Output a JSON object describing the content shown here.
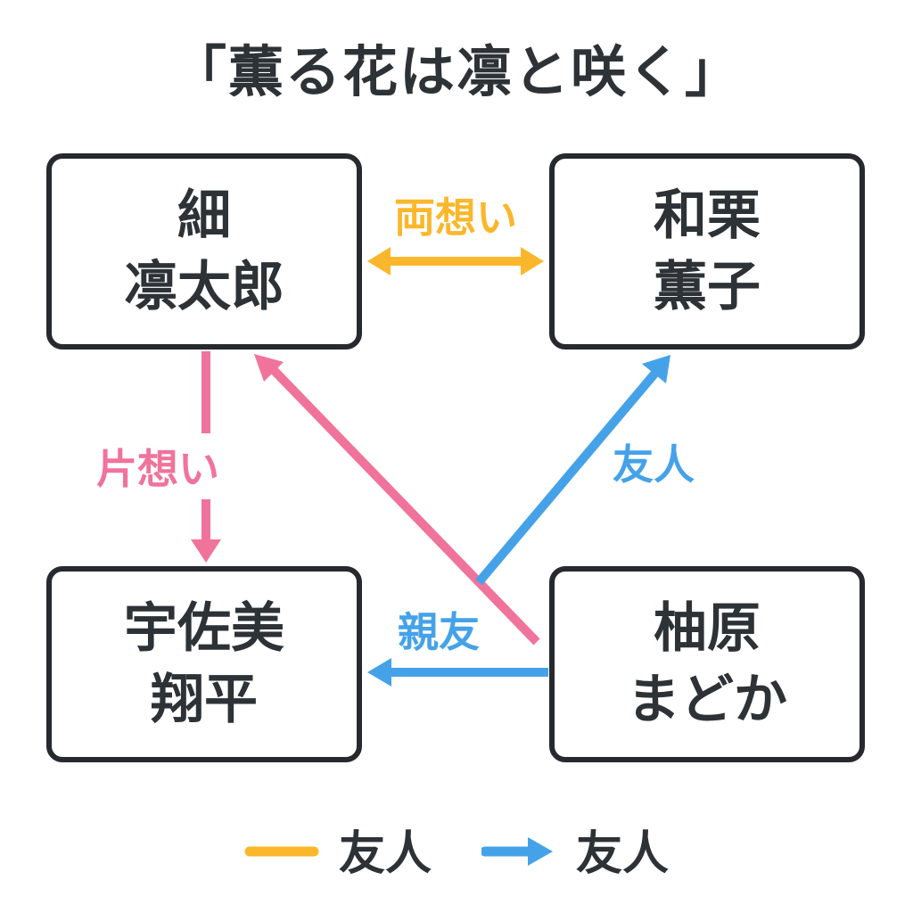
{
  "title": "「薫る花は凛と咲く」",
  "characters": [
    {
      "id": "tsumugi",
      "line1": "細",
      "line2": "凛太郎"
    },
    {
      "id": "waguri",
      "line1": "和栗",
      "line2": "薫子"
    },
    {
      "id": "usami",
      "line1": "宇佐美",
      "line2": "翔平"
    },
    {
      "id": "yuzuhara",
      "line1": "柚原",
      "line2": "まどか"
    }
  ],
  "relationships": {
    "mutual_love": {
      "label": "両想い",
      "color": "#fbb72b",
      "from": "細 凛太郎",
      "to": "和栗 薫子",
      "style": "double-arrow"
    },
    "one_sided_love_down": {
      "label": "片想い",
      "color": "#f0739c",
      "from": "細 凛太郎",
      "to": "宇佐美 翔平",
      "style": "arrow"
    },
    "one_sided_love_up": {
      "label": "",
      "color": "#f0739c",
      "from": "柚原 まどか",
      "to": "細 凛太郎",
      "style": "arrow"
    },
    "friend": {
      "label": "友人",
      "color": "#45a2e8",
      "from": "柚原 まどか",
      "to": "和栗 薫子",
      "style": "arrow"
    },
    "best_friend": {
      "label": "親友",
      "color": "#45a2e8",
      "from": "柚原 まどか",
      "to": "宇佐美 翔平",
      "style": "arrow"
    }
  },
  "legend": {
    "items": [
      {
        "label": "友人",
        "color": "#fbb72b",
        "type": "line"
      },
      {
        "label": "友人",
        "color": "#45a2e8",
        "type": "arrow"
      }
    ]
  },
  "colors": {
    "yellow": "#fbb72b",
    "pink": "#f0739c",
    "blue": "#45a2e8",
    "dark": "#2d3237",
    "border": "#26292e",
    "background": "#ffffff"
  }
}
